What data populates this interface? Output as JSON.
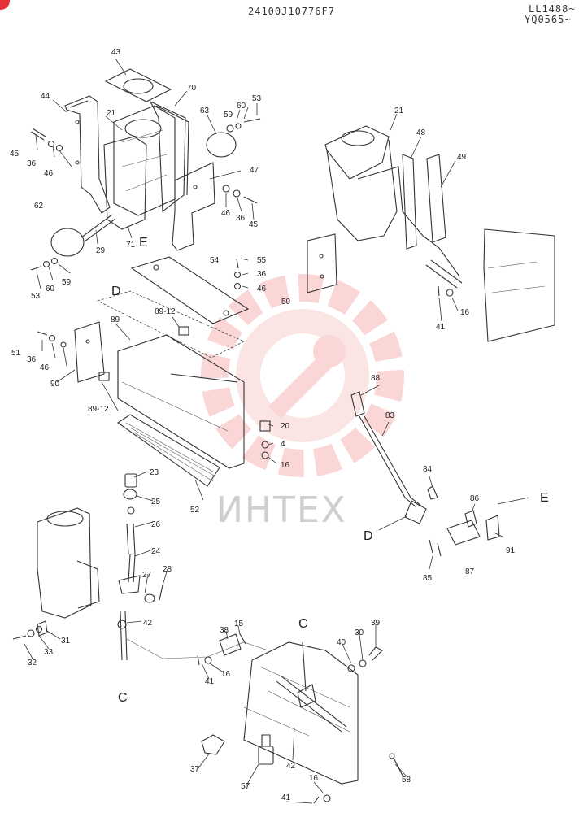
{
  "header": {
    "drawing_number": "24100J10776F7",
    "serial_1": "LL1488~",
    "serial_2": "YQ0565~"
  },
  "watermark": {
    "text": "ИНТЕХ",
    "color": "#f4a6a8"
  },
  "accent_color": "#e8313b",
  "section_letters": {
    "c1": "C",
    "c2": "C",
    "d1": "D",
    "d2": "D",
    "e1": "E",
    "e2": "E"
  },
  "callouts": {
    "p43": "43",
    "p44": "44",
    "p70": "70",
    "p21a": "21",
    "p63": "63",
    "p59a": "59",
    "p60a": "60",
    "p53a": "53",
    "p45a": "45",
    "p36a": "36",
    "p46a": "46",
    "p47": "47",
    "p62": "62",
    "p46b": "46",
    "p36b": "36",
    "p45b": "45",
    "p29": "29",
    "p71": "71",
    "p21b": "21",
    "p48": "48",
    "p49": "49",
    "p16a": "16",
    "p41a": "41",
    "p53b": "53",
    "p60b": "60",
    "p59b": "59",
    "p54": "54",
    "p55": "55",
    "p36c": "36",
    "p46c": "46",
    "p50": "50",
    "p89": "89",
    "p8912a": "89-12",
    "p51": "51",
    "p36d": "36",
    "p46d": "46",
    "p90": "90",
    "p8912b": "89-12",
    "p20": "20",
    "p4": "4",
    "p16b": "16",
    "p52": "52",
    "p88": "88",
    "p83": "83",
    "p84": "84",
    "p86": "86",
    "p91": "91",
    "p87": "87",
    "p85": "85",
    "p23": "23",
    "p25": "25",
    "p26": "26",
    "p24": "24",
    "p27": "27",
    "p28": "28",
    "p42a": "42",
    "p31": "31",
    "p32": "32",
    "p33": "33",
    "p38": "38",
    "p15": "15",
    "p41b": "41",
    "p16c": "16",
    "p40": "40",
    "p30": "30",
    "p39": "39",
    "p37": "37",
    "p57": "57",
    "p42b": "42",
    "p58": "58",
    "p41c": "41",
    "p16d": "16"
  }
}
